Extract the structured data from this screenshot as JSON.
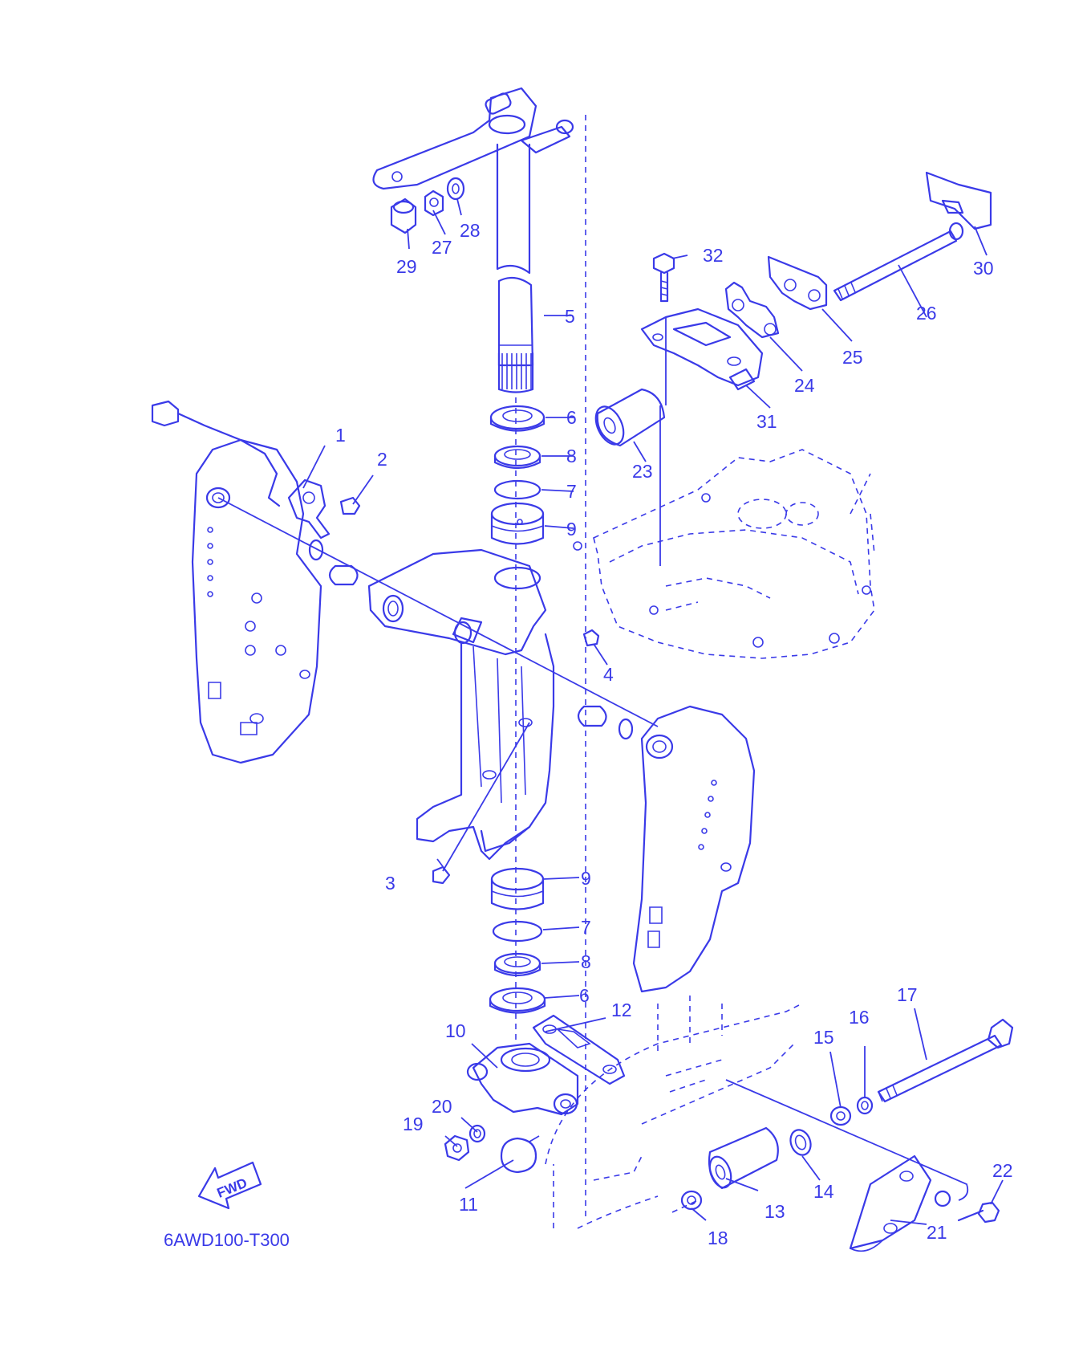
{
  "diagram_code": "6AWD100-T300",
  "fwd_label": "FWD",
  "colors": {
    "line": "#3a3ae8",
    "background": "#ffffff"
  },
  "callouts": [
    {
      "id": "c1",
      "label": "1"
    },
    {
      "id": "c2",
      "label": "2"
    },
    {
      "id": "c3",
      "label": "3"
    },
    {
      "id": "c4",
      "label": "4"
    },
    {
      "id": "c5",
      "label": "5"
    },
    {
      "id": "c6a",
      "label": "6"
    },
    {
      "id": "c6b",
      "label": "6"
    },
    {
      "id": "c7a",
      "label": "7"
    },
    {
      "id": "c7b",
      "label": "7"
    },
    {
      "id": "c8a",
      "label": "8"
    },
    {
      "id": "c8b",
      "label": "8"
    },
    {
      "id": "c9a",
      "label": "9"
    },
    {
      "id": "c9b",
      "label": "9"
    },
    {
      "id": "c10",
      "label": "10"
    },
    {
      "id": "c11",
      "label": "11"
    },
    {
      "id": "c12",
      "label": "12"
    },
    {
      "id": "c13",
      "label": "13"
    },
    {
      "id": "c14",
      "label": "14"
    },
    {
      "id": "c15",
      "label": "15"
    },
    {
      "id": "c16",
      "label": "16"
    },
    {
      "id": "c17",
      "label": "17"
    },
    {
      "id": "c18",
      "label": "18"
    },
    {
      "id": "c19",
      "label": "19"
    },
    {
      "id": "c20",
      "label": "20"
    },
    {
      "id": "c21",
      "label": "21"
    },
    {
      "id": "c22",
      "label": "22"
    },
    {
      "id": "c23",
      "label": "23"
    },
    {
      "id": "c24",
      "label": "24"
    },
    {
      "id": "c25",
      "label": "25"
    },
    {
      "id": "c26",
      "label": "26"
    },
    {
      "id": "c27",
      "label": "27"
    },
    {
      "id": "c28",
      "label": "28"
    },
    {
      "id": "c29",
      "label": "29"
    },
    {
      "id": "c30",
      "label": "30"
    },
    {
      "id": "c31",
      "label": "31"
    },
    {
      "id": "c32",
      "label": "32"
    }
  ]
}
